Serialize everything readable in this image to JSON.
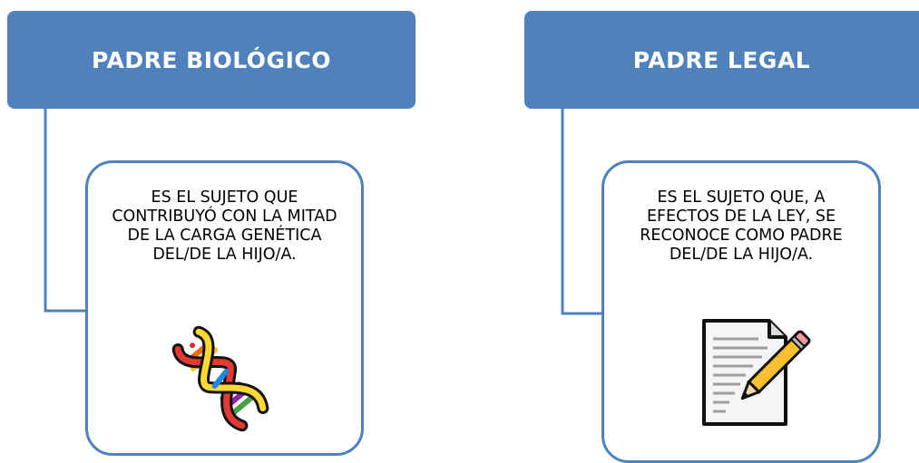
{
  "colors": {
    "accent": "#4f81bd",
    "header_text": "#ffffff"
  },
  "left": {
    "header": "PADRE BIOLÓGICO",
    "description": "ES EL SUJETO QUE CONTRIBUYÓ CON LA MITAD DE LA CARGA GENÉTICA DEL/DE LA HIJO/A.",
    "icon": "dna-icon"
  },
  "right": {
    "header": "PADRE LEGAL",
    "description": "ES EL SUJETO QUE, A EFECTOS DE LA LEY, SE RECONOCE COMO PADRE DEL/DE LA HIJO/A.",
    "icon": "memo-pencil-icon"
  }
}
